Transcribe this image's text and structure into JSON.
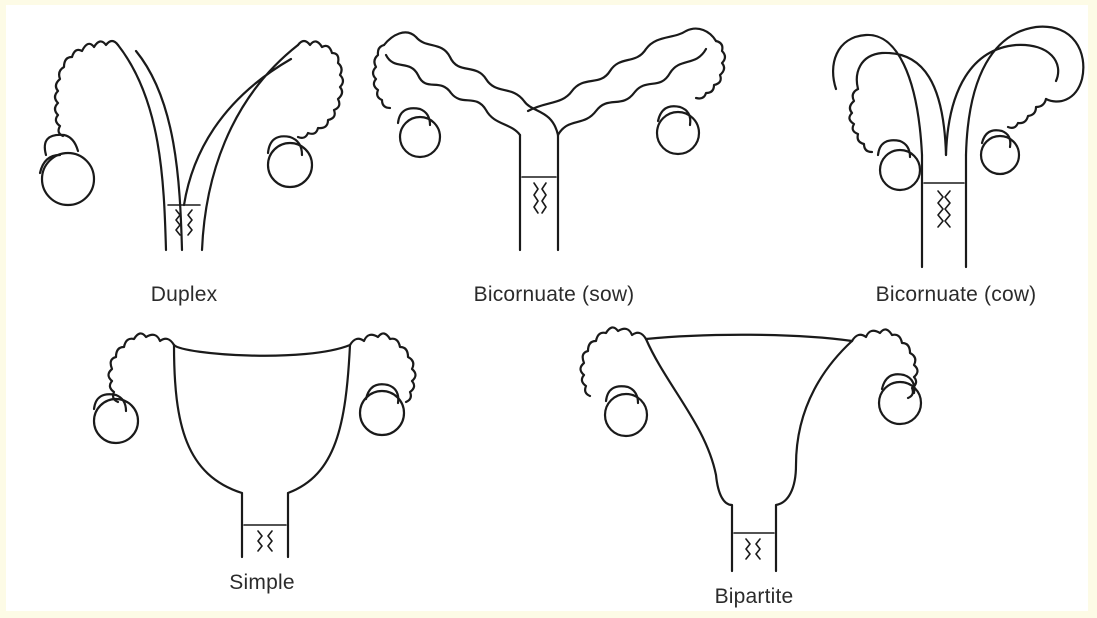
{
  "colors": {
    "frame": "#fdfbe6",
    "background": "#ffffff",
    "ink": "#1a1a1a",
    "label": "#2b2b2b"
  },
  "diagrams": [
    {
      "id": "duplex",
      "label": "Duplex"
    },
    {
      "id": "bicornuate-sow",
      "label": "Bicornuate (sow)"
    },
    {
      "id": "bicornuate-cow",
      "label": "Bicornuate (cow)"
    },
    {
      "id": "simple",
      "label": "Simple"
    },
    {
      "id": "bipartite",
      "label": "Bipartite"
    }
  ]
}
